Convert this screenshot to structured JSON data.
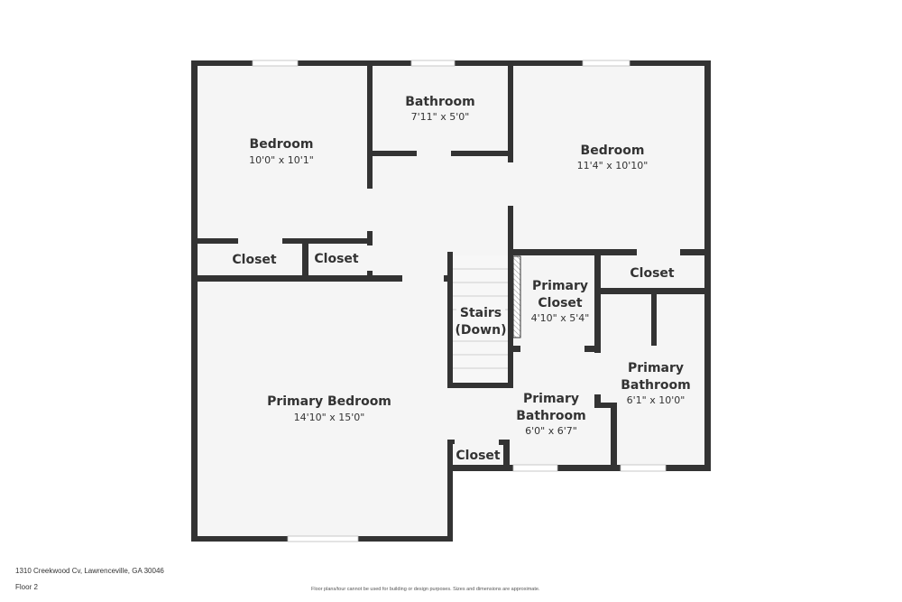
{
  "floor_plan": {
    "address": "1310 Creekwood Cv, Lawrenceville, GA 30046",
    "floor": "Floor 2",
    "disclaimer": "Floor plans/tour cannot be used for building or design purposes. Sizes and dimensions are approximate.",
    "colors": {
      "wall": "#333333",
      "room_fill": "#f5f5f5",
      "background": "#ffffff"
    },
    "rooms": {
      "bedroom_nw": {
        "name": "Bedroom",
        "dims": "10'0\" x 10'1\""
      },
      "bathroom_top": {
        "name": "Bathroom",
        "dims": "7'11\" x 5'0\""
      },
      "bedroom_ne": {
        "name": "Bedroom",
        "dims": "11'4\" x 10'10\""
      },
      "closet_left": {
        "name": "Closet"
      },
      "closet_mid": {
        "name": "Closet"
      },
      "closet_ne": {
        "name": "Closet"
      },
      "stairs": {
        "name_line1": "Stairs",
        "name_line2": "(Down)"
      },
      "primary_closet": {
        "name_line1": "Primary",
        "name_line2": "Closet",
        "dims": "4'10\" x 5'4\""
      },
      "primary_bathroom_right": {
        "name_line1": "Primary",
        "name_line2": "Bathroom",
        "dims": "6'1\" x 10'0\""
      },
      "primary_bathroom_center": {
        "name_line1": "Primary",
        "name_line2": "Bathroom",
        "dims": "6'0\" x 6'7\""
      },
      "primary_bedroom": {
        "name": "Primary Bedroom",
        "dims": "14'10\" x 15'0\""
      },
      "closet_small": {
        "name": "Closet"
      }
    }
  }
}
